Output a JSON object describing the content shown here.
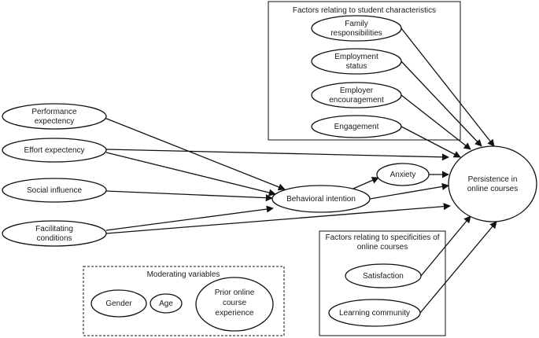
{
  "groups": {
    "student": {
      "title": "Factors relating to student characteristics"
    },
    "specific": {
      "title_line1": "Factors relating to specificities of",
      "title_line2": "online courses"
    },
    "moderating": {
      "title": "Moderating variables"
    }
  },
  "nodes": {
    "family": {
      "line1": "Family",
      "line2": "responsibilities"
    },
    "employment": {
      "line1": "Employment",
      "line2": "status"
    },
    "employer": {
      "line1": "Employer",
      "line2": "encouragement"
    },
    "engagement": {
      "line1": "Engagement"
    },
    "performance": {
      "line1": "Performance",
      "line2": "expectency"
    },
    "effort": {
      "line1": "Effort expectency"
    },
    "social": {
      "line1": "Social influence"
    },
    "facilitating": {
      "line1": "Facilitating",
      "line2": "conditions"
    },
    "behavioral": {
      "line1": "Behavioral intention"
    },
    "anxiety": {
      "line1": "Anxiety"
    },
    "persistence": {
      "line1": "Persistence in",
      "line2": "online courses"
    },
    "satisfaction": {
      "line1": "Satisfaction"
    },
    "learning": {
      "line1": "Learning community"
    },
    "gender": {
      "line1": "Gender"
    },
    "age": {
      "line1": "Age"
    },
    "prior": {
      "line1": "Prior online",
      "line2": "course",
      "line3": "experience"
    }
  },
  "edges": [
    {
      "from": "performance",
      "to": "behavioral"
    },
    {
      "from": "effort",
      "to": "behavioral"
    },
    {
      "from": "social",
      "to": "behavioral"
    },
    {
      "from": "facilitating",
      "to": "behavioral"
    },
    {
      "from": "behavioral",
      "to": "anxiety"
    },
    {
      "from": "behavioral",
      "to": "persistence"
    },
    {
      "from": "anxiety",
      "to": "persistence"
    },
    {
      "from": "effort",
      "to": "persistence"
    },
    {
      "from": "facilitating",
      "to": "persistence"
    },
    {
      "from": "family",
      "to": "persistence"
    },
    {
      "from": "employment",
      "to": "persistence"
    },
    {
      "from": "employer",
      "to": "persistence"
    },
    {
      "from": "engagement",
      "to": "persistence"
    },
    {
      "from": "satisfaction",
      "to": "persistence"
    },
    {
      "from": "learning",
      "to": "persistence"
    }
  ]
}
